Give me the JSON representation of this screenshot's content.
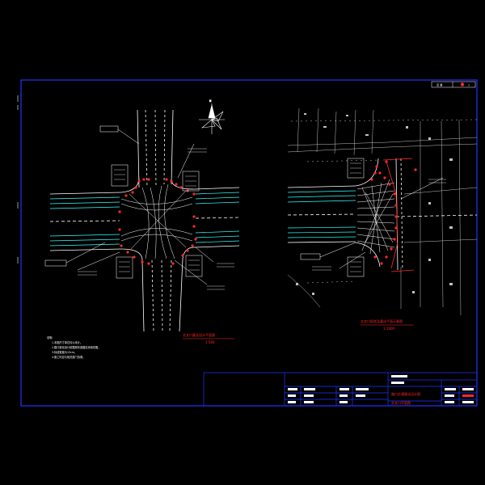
{
  "colors": {
    "background": "#000000",
    "frame": "#2233ff",
    "road": "#ffffff",
    "lane": "#33ffff",
    "marker": "#ff2a2a",
    "map_grey": "#bfbfbf"
  },
  "title_block": {
    "sheet_label": "页 第",
    "sheet_number": "1",
    "drawing_title": "路口交通渠化设计图",
    "drawing_subtitle": "交叉口平面图"
  },
  "left_plan": {
    "caption": "交叉口渠化设计平面图",
    "caption_scale": "1:500",
    "notes_heading": "说明:",
    "notes": [
      "1.本图尺寸单位均以米计。",
      "2.路口渠化设计依据现状道路实测地形图。",
      "3.标线宽度为15cm。",
      "4.施工时应与相关部门协调。"
    ]
  },
  "right_plan": {
    "caption": "交叉口现状及渠化平面示意图",
    "caption_scale": "1:1000"
  },
  "north_arrow": {
    "label": "N"
  }
}
